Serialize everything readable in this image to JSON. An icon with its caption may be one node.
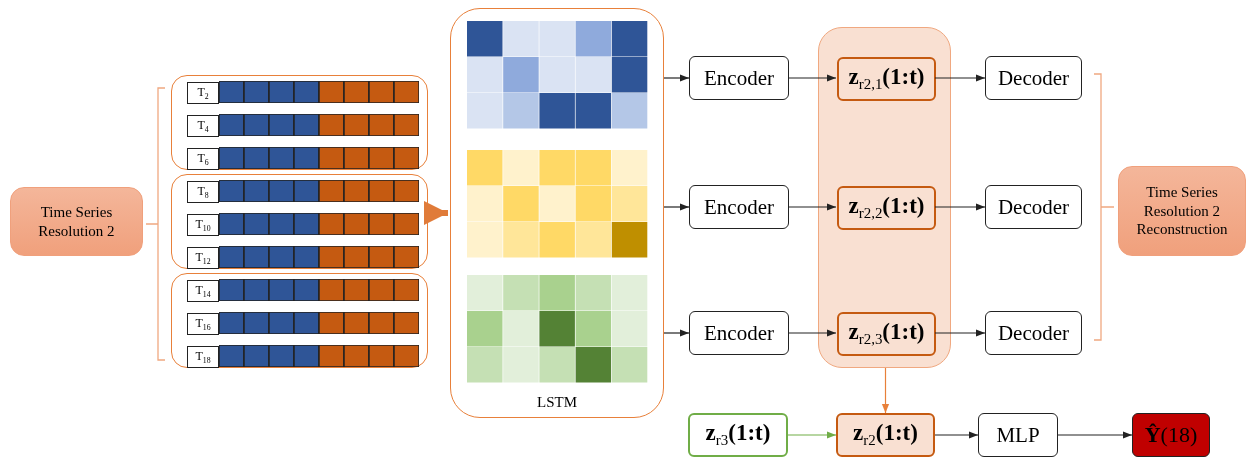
{
  "diagram": {
    "nodes": [
      {
        "text": [
          "Time Series Resolution 2"
        ]
      },
      {
        "text": [],
        "shape": "box"
      },
      {
        "text": [
          "T$_{2}$"
        ],
        "in": 1
      },
      {
        "text": [
          "T$_{4}$"
        ],
        "in": 1
      },
      {
        "text": [
          "T$_{6}$"
        ],
        "in": 1
      },
      {
        "text": [],
        "shape": "box"
      },
      {
        "text": [
          "T$_{8}$"
        ],
        "in": 5
      },
      {
        "text": [
          "T$_{10}$"
        ],
        "in": 5
      },
      {
        "text": [
          "T$_{12}$"
        ],
        "in": 5
      },
      {
        "text": [],
        "shape": "box"
      },
      {
        "text": [
          "T$_{14}$"
        ],
        "in": 9
      },
      {
        "text": [
          "T$_{16}$"
        ],
        "in": 9
      },
      {
        "text": [
          "T$_{18}$"
        ],
        "in": 9
      },
      {
        "text": [
          "LSTM"
        ]
      },
      {
        "text": [
          "Encoder"
        ]
      },
      {
        "text": [
          "Encoder"
        ]
      },
      {
        "text": [
          "Encoder"
        ]
      },
      {
        "text": [],
        "shape": "box"
      },
      {
        "text": [
          "z$_{r2,1}$(1:t)"
        ],
        "in": 17
      },
      {
        "text": [
          "z$_{r2,2}$(1:t)"
        ],
        "in": 17
      },
      {
        "text": [
          "z$_{r2,3}$(1:t)"
        ],
        "in": 17
      },
      {
        "text": [
          "Decoder"
        ]
      },
      {
        "text": [
          "Decoder"
        ]
      },
      {
        "text": [
          "Decoder"
        ]
      },
      {
        "text": [
          "Time Series Resolution 2 Reconstruction"
        ]
      },
      {
        "text": [
          "z$_{r3}$(1:t)"
        ]
      },
      {
        "text": [
          "z$_{r2}$(1:t)"
        ]
      },
      {
        "text": [
          "MLP"
        ]
      },
      {
        "text": [
          "**Ŷ**(18)"
        ]
      }
    ],
    "edges": [
      {
        "from": 5,
        "to": 13,
        "arrow": "to",
        "style": "thick",
        "color": "#e07b39"
      },
      {
        "from": 13,
        "to": 14,
        "arrow": "to"
      },
      {
        "from": 13,
        "to": 15,
        "arrow": "to"
      },
      {
        "from": 13,
        "to": 16,
        "arrow": "to"
      },
      {
        "from": 14,
        "to": 18,
        "arrow": "to"
      },
      {
        "from": 15,
        "to": 19,
        "arrow": "to"
      },
      {
        "from": 16,
        "to": 20,
        "arrow": "to"
      },
      {
        "from": 18,
        "to": 21,
        "arrow": "to"
      },
      {
        "from": 19,
        "to": 22,
        "arrow": "to"
      },
      {
        "from": 20,
        "to": 23,
        "arrow": "to"
      },
      {
        "from": 17,
        "to": 26,
        "arrow": "to",
        "color": "#e8803a"
      },
      {
        "from": 25,
        "to": 26,
        "arrow": "to",
        "color": "#70ad47"
      },
      {
        "from": 26,
        "to": 27,
        "arrow": "to"
      },
      {
        "from": 27,
        "to": 28,
        "arrow": "to"
      }
    ]
  }
}
